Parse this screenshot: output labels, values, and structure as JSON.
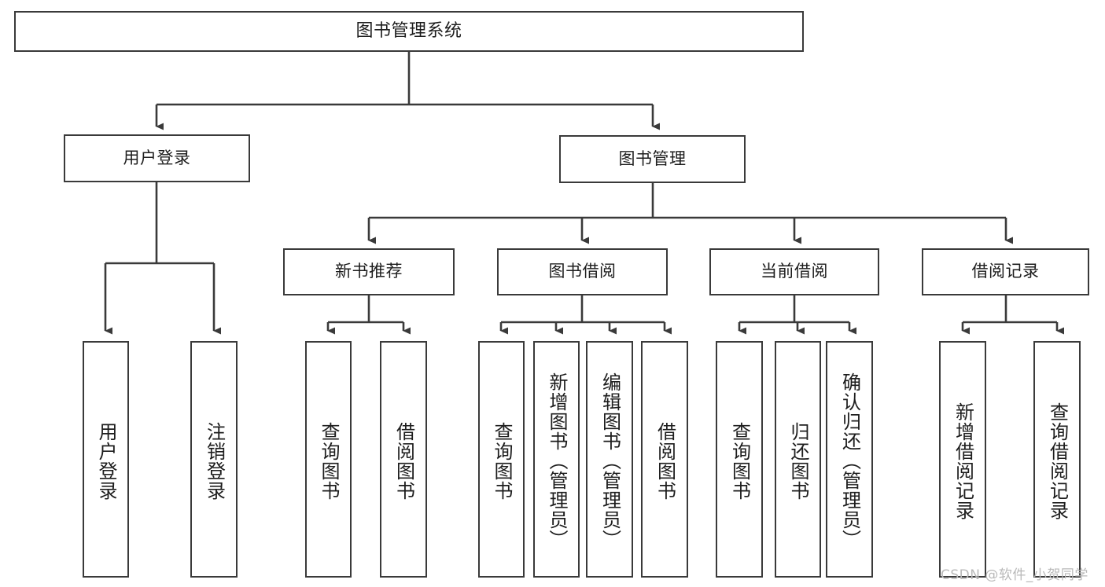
{
  "diagram": {
    "type": "tree-hierarchy",
    "title": "图书管理系统",
    "watermark": "CSDN @软件_小贺同学",
    "colors": {
      "box_border": "#3a3a3a",
      "box_fill": "#ffffff",
      "connector": "#3a3a3a",
      "text": "#1d1d1d",
      "watermark": "#b9b9b9",
      "background": "#ffffff"
    }
  },
  "nodes": {
    "root": {
      "label": "图书管理系统"
    },
    "level1": [
      {
        "id": "user-login",
        "label": "用户登录"
      },
      {
        "id": "book-manage",
        "label": "图书管理"
      }
    ],
    "level2": [
      {
        "id": "new-book-recommend",
        "label": "新书推荐"
      },
      {
        "id": "book-borrow",
        "label": "图书借阅"
      },
      {
        "id": "current-borrow",
        "label": "当前借阅"
      },
      {
        "id": "borrow-record",
        "label": "借阅记录"
      }
    ],
    "leaves": {
      "user-login": [
        {
          "id": "leaf-user-login",
          "label": "用户登录"
        },
        {
          "id": "leaf-logout-login",
          "label": "注销登录"
        }
      ],
      "new-book-recommend": [
        {
          "id": "leaf-query-book-1",
          "label": "查询图书"
        },
        {
          "id": "leaf-borrow-book-1",
          "label": "借阅图书"
        }
      ],
      "book-borrow": [
        {
          "id": "leaf-query-book-2",
          "label": "查询图书"
        },
        {
          "id": "leaf-add-book",
          "label": "新增图书（管理员）"
        },
        {
          "id": "leaf-edit-book",
          "label": "编辑图书（管理员）"
        },
        {
          "id": "leaf-borrow-book-2",
          "label": "借阅图书"
        }
      ],
      "current-borrow": [
        {
          "id": "leaf-query-book-3",
          "label": "查询图书"
        },
        {
          "id": "leaf-return-book",
          "label": "归还图书"
        },
        {
          "id": "leaf-confirm-return",
          "label": "确认归还（管理员）"
        }
      ],
      "borrow-record": [
        {
          "id": "leaf-add-record",
          "label": "新增借阅记录"
        },
        {
          "id": "leaf-query-record",
          "label": "查询借阅记录"
        }
      ]
    }
  }
}
